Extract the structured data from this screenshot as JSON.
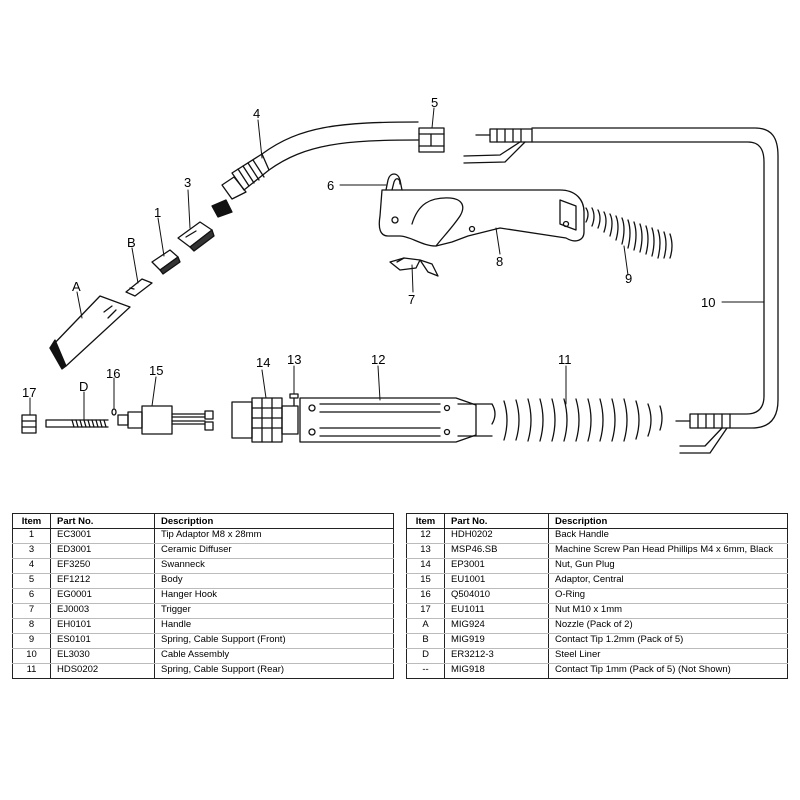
{
  "callouts": {
    "c1": "1",
    "c3": "3",
    "c4": "4",
    "c5": "5",
    "c6": "6",
    "c7": "7",
    "c8": "8",
    "c9": "9",
    "c10": "10",
    "c11": "11",
    "c12": "12",
    "c13": "13",
    "c14": "14",
    "c15": "15",
    "c16": "16",
    "c17": "17",
    "cA": "A",
    "cB": "B",
    "cD": "D"
  },
  "table": {
    "headers": {
      "item": "Item",
      "part_no": "Part No.",
      "description": "Description"
    },
    "left_rows": [
      {
        "item": "1",
        "part_no": "EC3001",
        "description": "Tip Adaptor M8 x 28mm"
      },
      {
        "item": "3",
        "part_no": "ED3001",
        "description": "Ceramic Diffuser"
      },
      {
        "item": "4",
        "part_no": "EF3250",
        "description": "Swanneck"
      },
      {
        "item": "5",
        "part_no": "EF1212",
        "description": "Body"
      },
      {
        "item": "6",
        "part_no": "EG0001",
        "description": "Hanger Hook"
      },
      {
        "item": "7",
        "part_no": "EJ0003",
        "description": "Trigger"
      },
      {
        "item": "8",
        "part_no": "EH0101",
        "description": "Handle"
      },
      {
        "item": "9",
        "part_no": "ES0101",
        "description": "Spring, Cable Support (Front)"
      },
      {
        "item": "10",
        "part_no": "EL3030",
        "description": "Cable Assembly"
      },
      {
        "item": "11",
        "part_no": "HDS0202",
        "description": "Spring, Cable Support (Rear)"
      }
    ],
    "right_rows": [
      {
        "item": "12",
        "part_no": "HDH0202",
        "description": "Back Handle"
      },
      {
        "item": "13",
        "part_no": "MSP46.SB",
        "description": "Machine Screw Pan Head Phillips M4 x 6mm, Black"
      },
      {
        "item": "14",
        "part_no": "EP3001",
        "description": "Nut, Gun Plug"
      },
      {
        "item": "15",
        "part_no": "EU1001",
        "description": "Adaptor, Central"
      },
      {
        "item": "16",
        "part_no": "Q504010",
        "description": "O-Ring"
      },
      {
        "item": "17",
        "part_no": "EU1011",
        "description": "Nut M10 x 1mm"
      },
      {
        "item": "A",
        "part_no": "MIG924",
        "description": "Nozzle (Pack of 2)"
      },
      {
        "item": "B",
        "part_no": "MIG919",
        "description": "Contact Tip 1.2mm (Pack of 5)"
      },
      {
        "item": "D",
        "part_no": "ER3212-3",
        "description": "Steel Liner"
      },
      {
        "item": "--",
        "part_no": "MIG918",
        "description": "Contact Tip 1mm (Pack of 5) (Not Shown)"
      }
    ]
  }
}
